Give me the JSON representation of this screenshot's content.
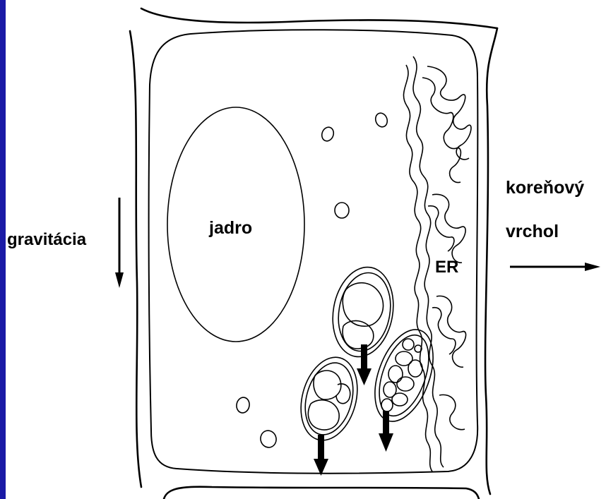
{
  "labels": {
    "gravity": "gravitácia",
    "nucleus": "jadro",
    "er": "ER",
    "root_tip_line1": "koreňový",
    "root_tip_line2": "vrchol"
  },
  "colors": {
    "left_bar": "#1a1aa6",
    "ink": "#000000",
    "background": "#ffffff"
  },
  "icons": [
    "gravity-arrow-icon",
    "root-tip-arrow-icon",
    "statolith-arrow-icon"
  ]
}
